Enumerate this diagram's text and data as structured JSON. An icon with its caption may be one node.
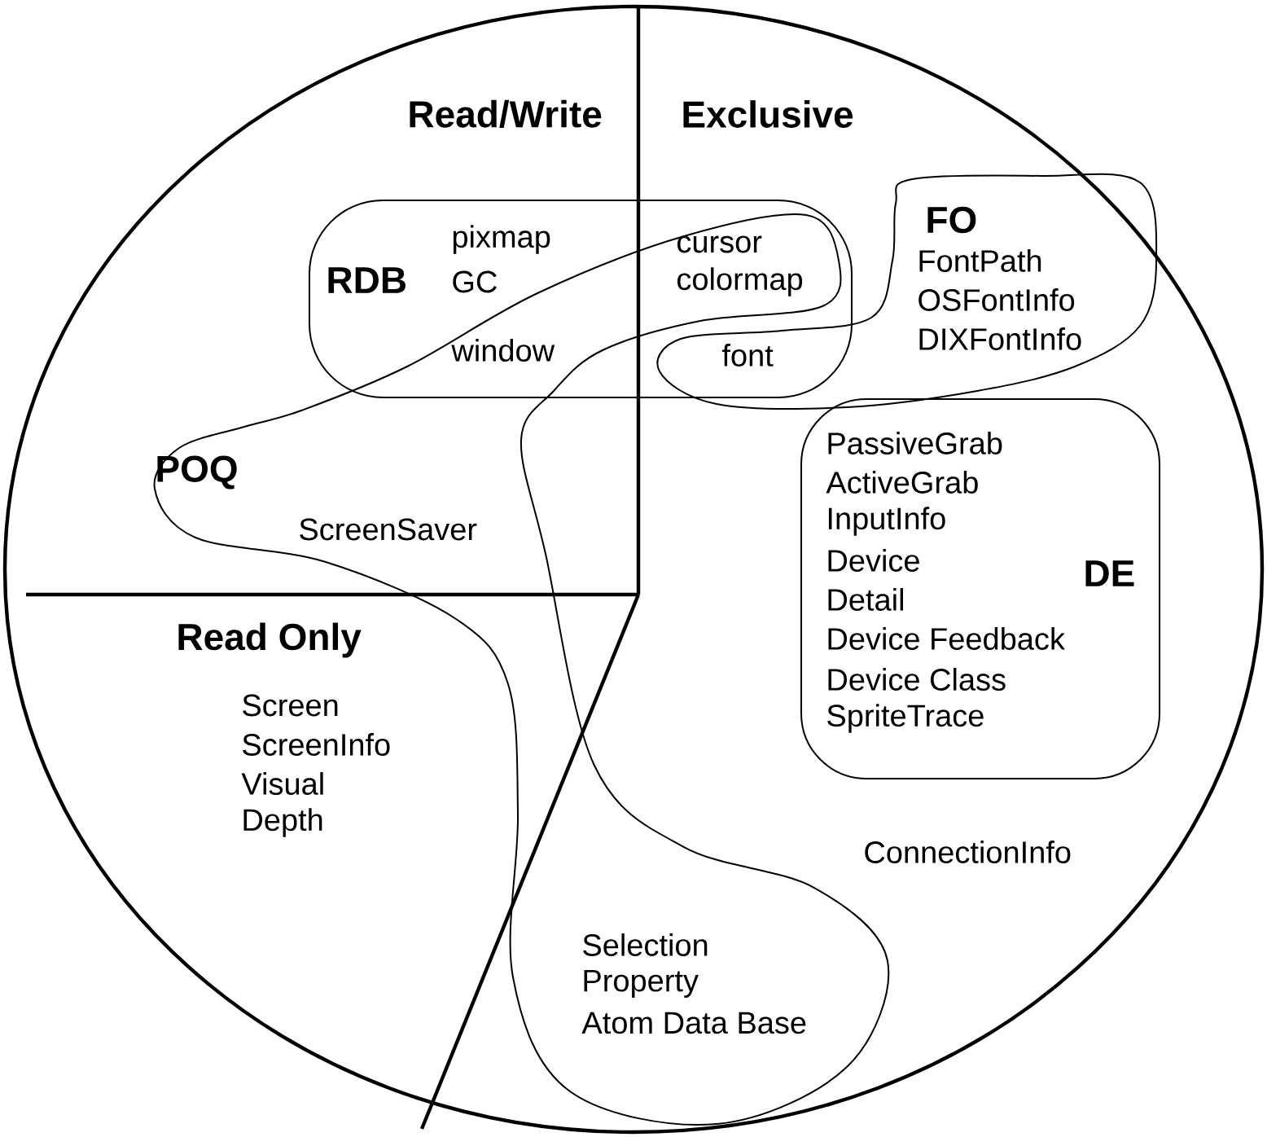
{
  "diagram": {
    "nodes": [
      {
        "text": [
          "RDB"
        ]
      },
      {
        "text": [
          "FO",
          "FontPath",
          "OSFontInfo",
          "DIXFontInfo"
        ]
      },
      {
        "text": [
          "DE",
          "PassiveGrab",
          "ActiveGrab",
          "InputInfo",
          "Device",
          "Detail",
          "Device Feedback",
          "Device Class",
          "SpriteTrace"
        ]
      },
      {
        "text": [
          "POQ",
          "ScreenSaver",
          "Selection",
          "Property",
          "Atom Data Base"
        ]
      }
    ],
    "labels": [
      "Read/Write",
      "Exclusive",
      "pixmap",
      "GC",
      "cursor",
      "colormap",
      "window",
      "font",
      "Read Only",
      "Screen",
      "ScreenInfo",
      "Visual",
      "Depth",
      "ConnectionInfo"
    ]
  }
}
